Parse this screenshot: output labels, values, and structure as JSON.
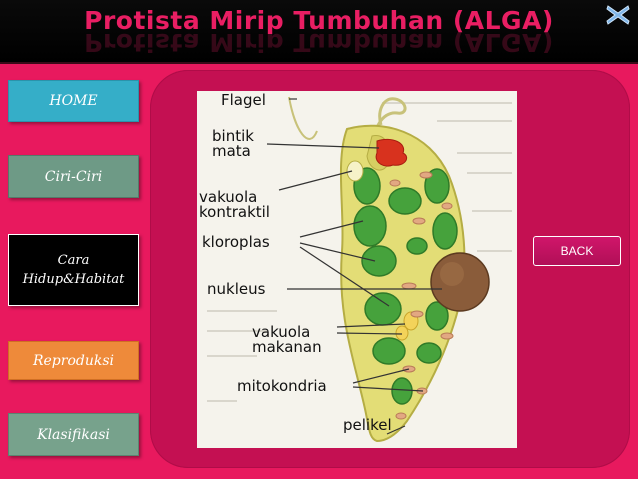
{
  "header": {
    "title": "Protista Mirip Tumbuhan (ALGA)"
  },
  "icons": {
    "close": "close-x-icon"
  },
  "nav": {
    "home": "HOME",
    "ciri": "Ciri-Ciri",
    "cara_line1": "Cara",
    "cara_line2": "Hidup&Habitat",
    "reproduksi": "Reproduksi",
    "klasifikasi": "Klasifikasi"
  },
  "back_button": "BACK",
  "diagram": {
    "labels": {
      "flagel": "Flagel",
      "bintik_1": "bintik",
      "bintik_2": "mata",
      "vakuola_1": "vakuola",
      "vakuola_2": "kontraktil",
      "kloroplas": "kloroplas",
      "nukleus": "nukleus",
      "vakuola_makanan_1": "vakuola",
      "vakuola_makanan_2": "makanan",
      "mitokondria": "mitokondria",
      "pelikel": "pelikel"
    }
  },
  "colors": {
    "background": "#e8195e",
    "panel": "#c41052",
    "title": "#e91e63",
    "cell_body": "#e3dd76",
    "chloroplast": "#46a23c",
    "nucleus": "#8a5c3a",
    "eyespot": "#d8321e"
  }
}
